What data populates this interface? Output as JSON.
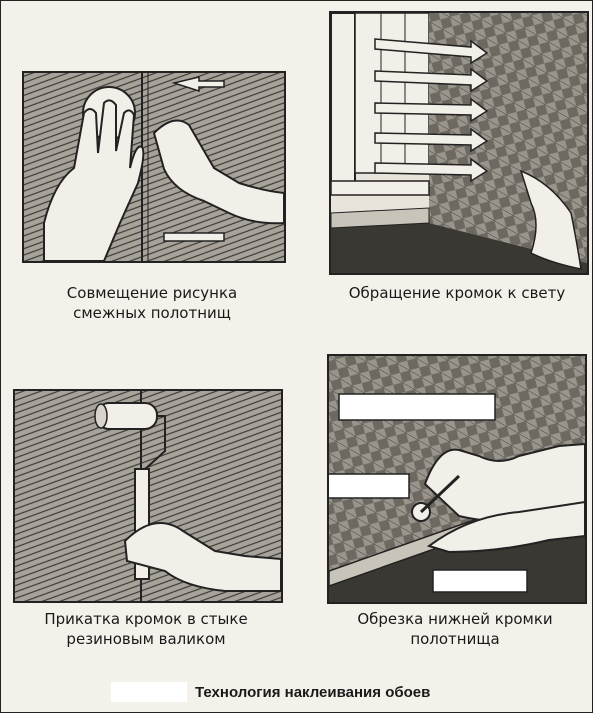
{
  "panels": [
    {
      "caption_lines": [
        "Совмещение рисунка",
        "смежных полотнищ"
      ]
    },
    {
      "caption_lines": [
        "Обращение кромок к свету"
      ]
    },
    {
      "caption_lines": [
        "Прикатка кромок в стыке",
        "резиновым валиком"
      ]
    },
    {
      "caption_lines": [
        "Обрезка нижней кромки",
        "полотнища"
      ]
    }
  ],
  "footer": {
    "title": "Технология наклеивания обоев"
  },
  "colors": {
    "ink": "#1a1a1a",
    "paper": "#f4f1ea",
    "wallpaper": "#8f8a82",
    "white": "#ffffff"
  }
}
